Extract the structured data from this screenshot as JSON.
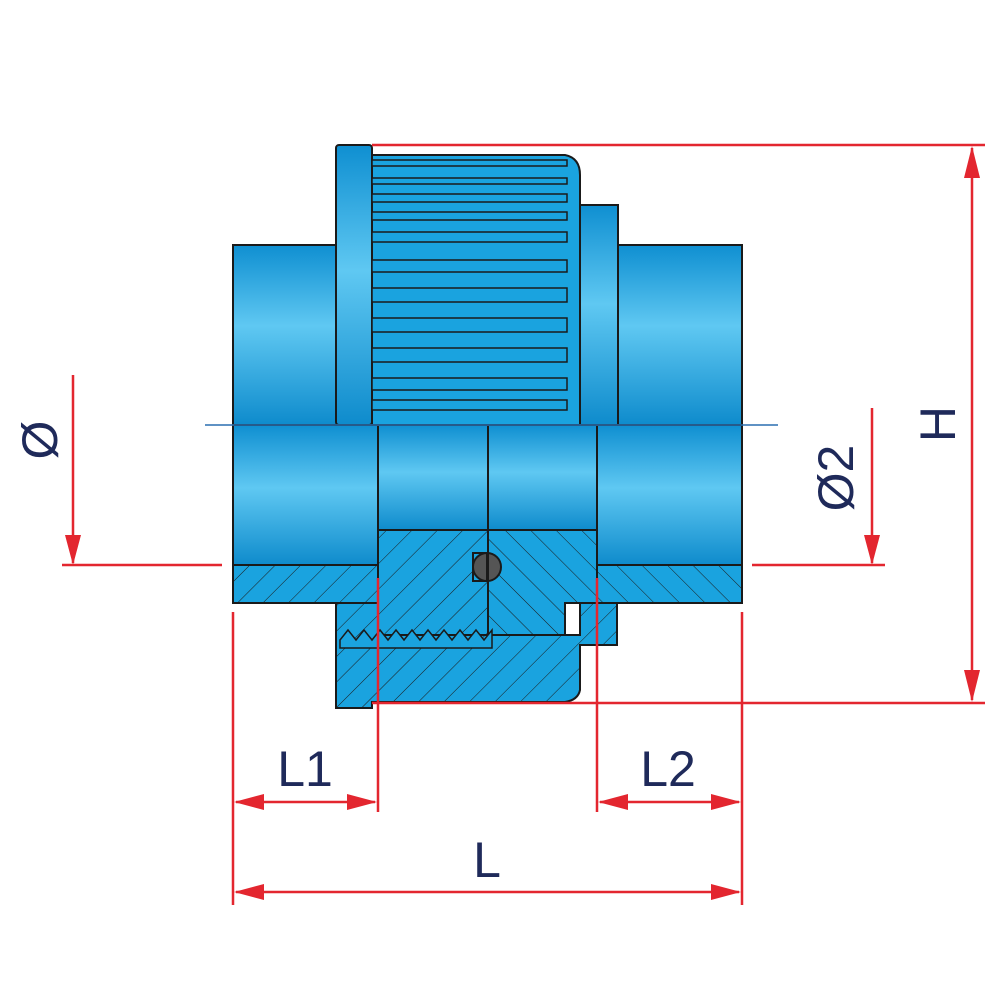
{
  "drawing": {
    "title": "",
    "colors": {
      "body": "#1aa3df",
      "body_light": "#5cc5f0",
      "body_dark": "#0d86c4",
      "dimension": "#e3262f",
      "label": "#1f2a5a",
      "centerline": "#2a6fb0"
    }
  },
  "labels": {
    "diameter": "Ø",
    "diameter2": "Ø2",
    "height": "H",
    "l1": "L1",
    "l2": "L2",
    "l": "L"
  }
}
